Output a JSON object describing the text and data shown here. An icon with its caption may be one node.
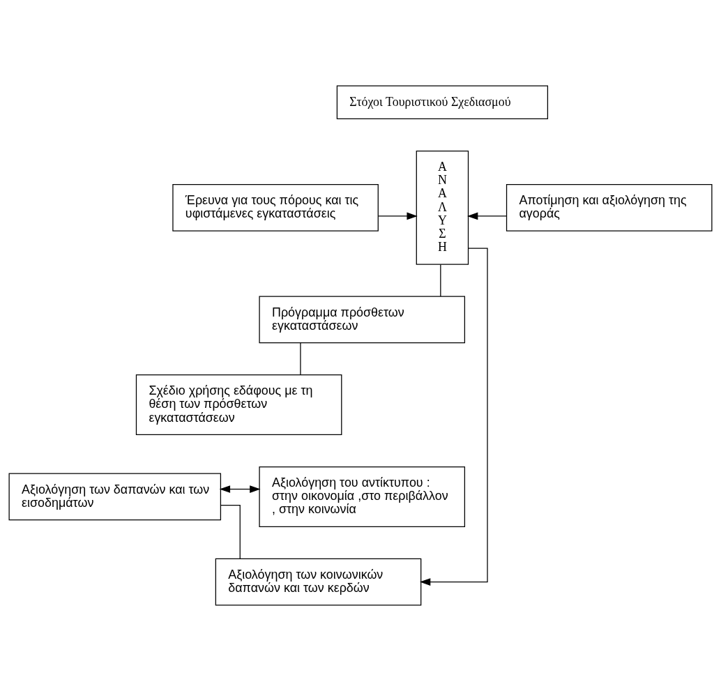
{
  "diagram": {
    "nodes": [
      {
        "text": [
          "Στόχοι Τουριστικού Σχεδιασμού"
        ]
      },
      {
        "text": [
          "ΑΝΑΛΥΣΗ"
        ]
      },
      {
        "text": [
          "Έρευνα για τους πόρους και τις υφιστάμενες εγκαταστάσεις"
        ]
      },
      {
        "text": [
          "Αποτίμηση και αξιολόγηση της αγοράς"
        ]
      },
      {
        "text": [
          "Πρόγραμμα πρόσθετων εγκαταστάσεων"
        ]
      },
      {
        "text": [
          "Σχέδιο χρήσης εδάφους με τη θέση των πρόσθετων εγκαταστάσεων"
        ]
      },
      {
        "text": [
          "Αξιολόγηση των δαπανών και των εισοδημάτων"
        ]
      },
      {
        "text": [
          "Αξιολόγηση του αντίκτυπου : στην οικονομία ,στο περιβάλλον , στην κοινωνία"
        ]
      },
      {
        "text": [
          "Αξιολόγηση των κοινωνικών δαπανών και των κερδών"
        ]
      }
    ],
    "edges": [
      {
        "from": 2,
        "to": 1,
        "arrow": "to"
      },
      {
        "from": 3,
        "to": 1,
        "arrow": "to"
      },
      {
        "from": 1,
        "to": 4,
        "arrow": "none"
      },
      {
        "from": 4,
        "to": 5,
        "arrow": "none"
      },
      {
        "from": 6,
        "to": 7,
        "arrow": "both"
      },
      {
        "from": 6,
        "to": 8,
        "arrow": "none"
      },
      {
        "from": 1,
        "to": 8,
        "arrow": "to"
      }
    ]
  }
}
